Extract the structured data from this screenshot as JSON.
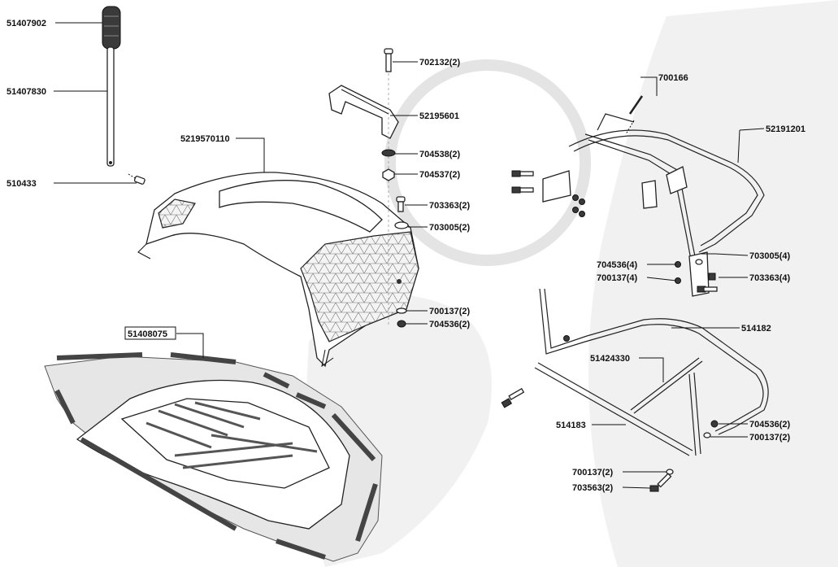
{
  "diagram": {
    "callouts": [
      {
        "id": "c1",
        "text": "51407902"
      },
      {
        "id": "c2",
        "text": "51407830"
      },
      {
        "id": "c3",
        "text": "510433"
      },
      {
        "id": "c4",
        "text": "5219570110"
      },
      {
        "id": "c5",
        "text": "702132(2)"
      },
      {
        "id": "c6",
        "text": "52195601"
      },
      {
        "id": "c7",
        "text": "704538(2)"
      },
      {
        "id": "c8",
        "text": "704537(2)"
      },
      {
        "id": "c9",
        "text": "703363(2)"
      },
      {
        "id": "c10",
        "text": "703005(2)"
      },
      {
        "id": "c11",
        "text": "700137(2)"
      },
      {
        "id": "c12",
        "text": "704536(2)"
      },
      {
        "id": "c13",
        "text": "51408075"
      },
      {
        "id": "c14",
        "text": "700166"
      },
      {
        "id": "c15",
        "text": "52191201"
      },
      {
        "id": "c16",
        "text": "703005(4)"
      },
      {
        "id": "c17",
        "text": "704536(4)"
      },
      {
        "id": "c18",
        "text": "700137(4)"
      },
      {
        "id": "c19",
        "text": "703363(4)"
      },
      {
        "id": "c20",
        "text": "514182"
      },
      {
        "id": "c21",
        "text": "51424330"
      },
      {
        "id": "c22",
        "text": "514183"
      },
      {
        "id": "c23",
        "text": "704536(2)"
      },
      {
        "id": "c24",
        "text": "700137(2)"
      },
      {
        "id": "c25",
        "text": "700137(2)"
      },
      {
        "id": "c26",
        "text": "703563(2)"
      }
    ]
  }
}
